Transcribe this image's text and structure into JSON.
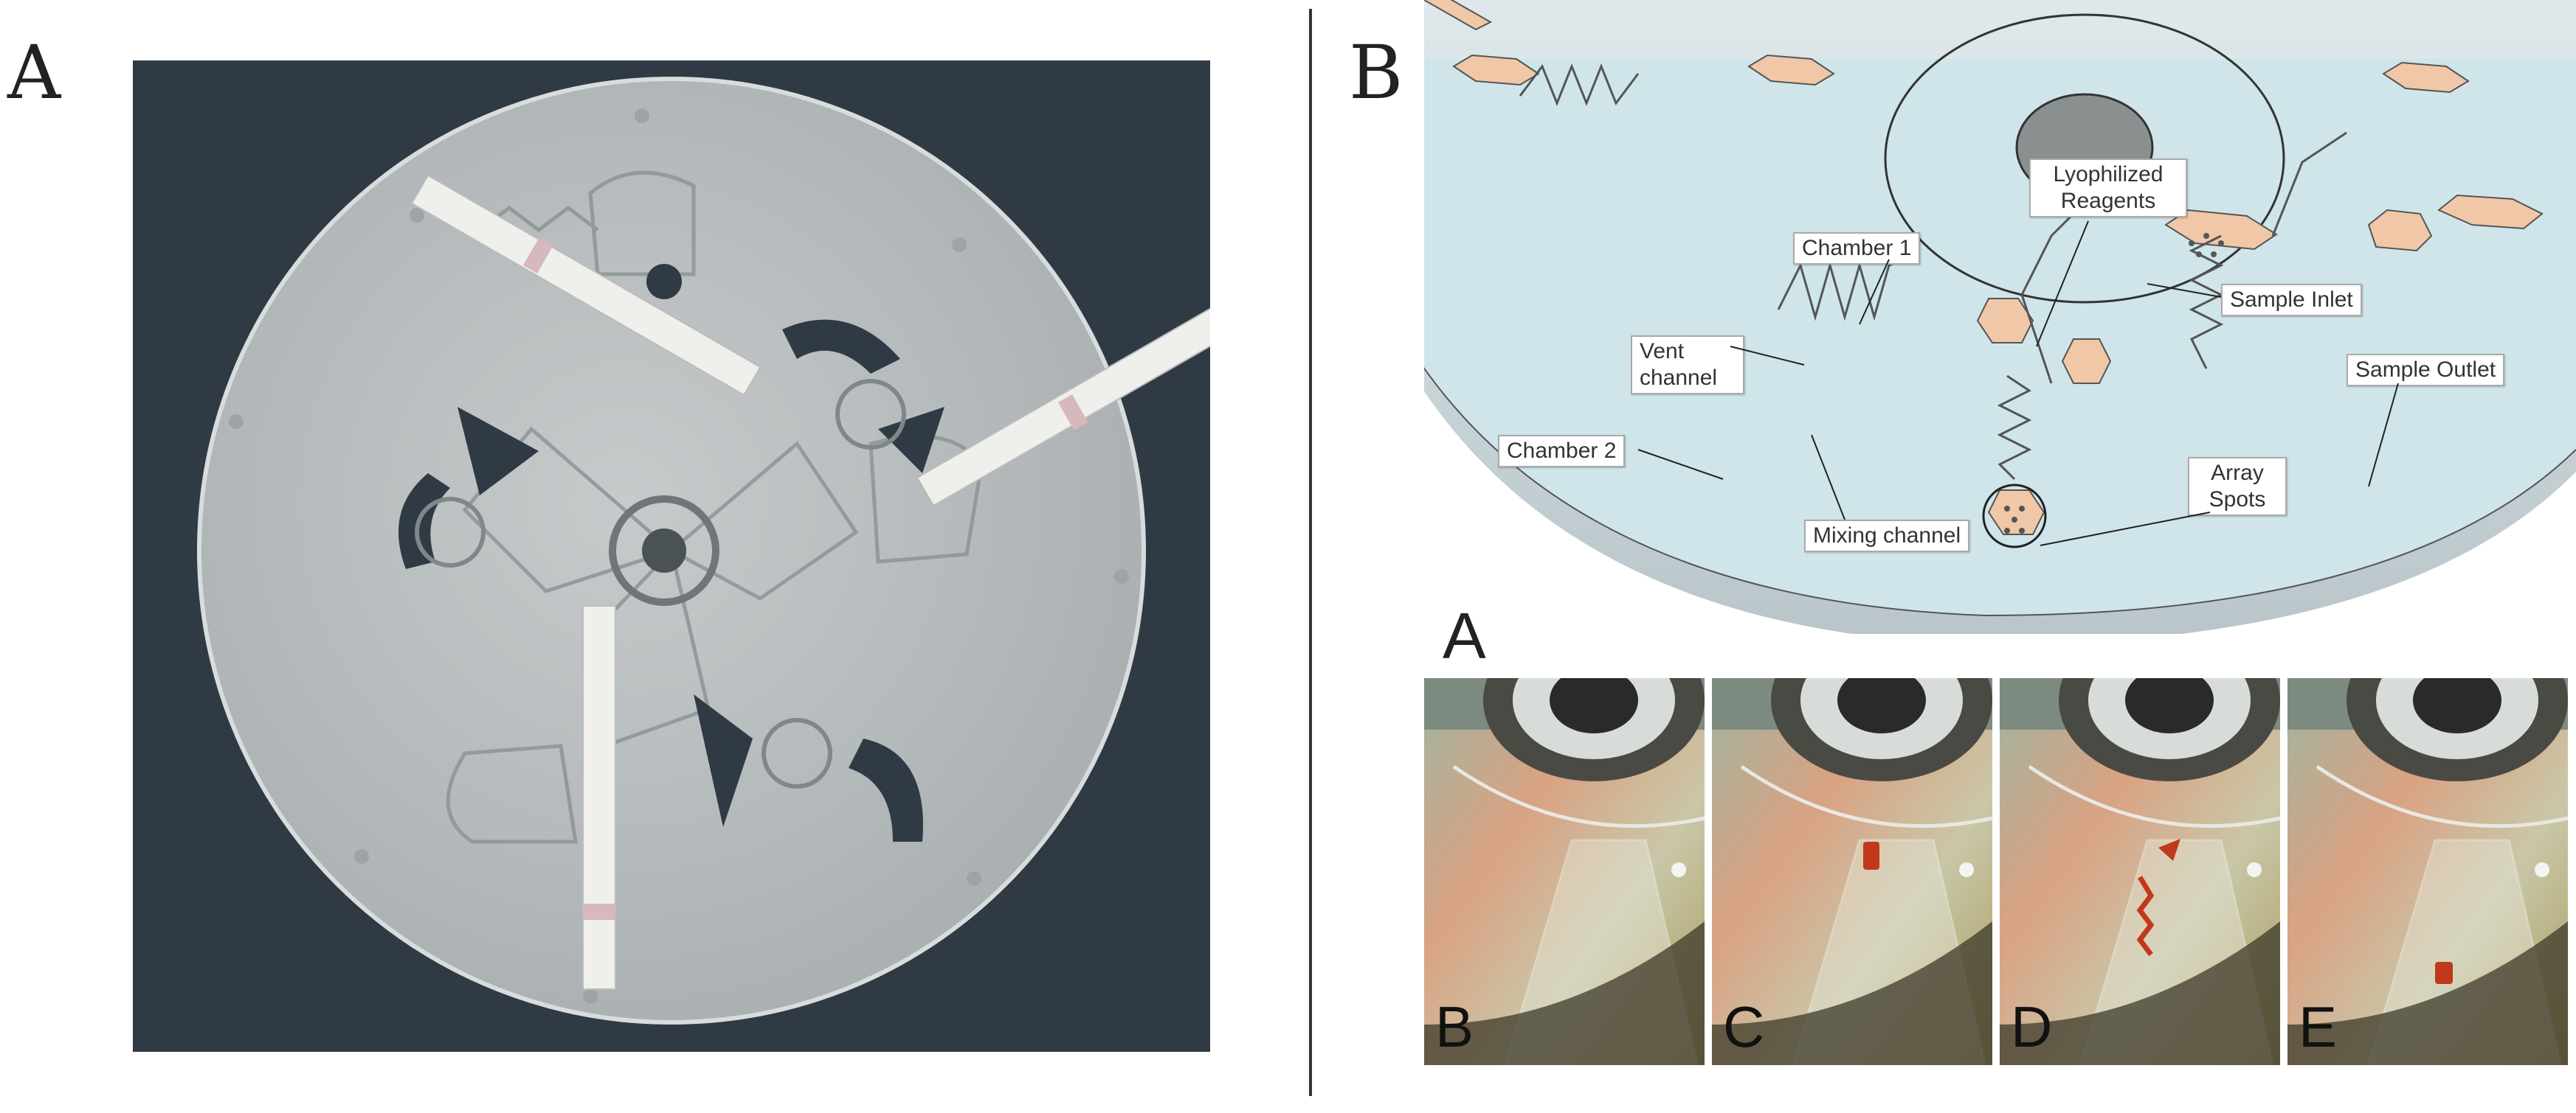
{
  "panel_labels": {
    "a": "A",
    "b": "B",
    "inset_a": "A"
  },
  "callouts": {
    "chamber1": "Chamber 1",
    "lyophilized": "Lyophilized Reagents",
    "vent": "Vent channel",
    "sample_inlet": "Sample Inlet",
    "sample_outlet": "Sample Outlet",
    "chamber2": "Chamber 2",
    "mixing": "Mixing channel",
    "array_spots": "Array Spots"
  },
  "frames": [
    "B",
    "C",
    "D",
    "E"
  ],
  "colors": {
    "disc_blue": "#cfe5ea",
    "chamber_fill": "#f0c8a8",
    "photo_bg": "#2f3a44",
    "disc_gray": "#b9bdbd",
    "dye_red": "#c0391b"
  }
}
